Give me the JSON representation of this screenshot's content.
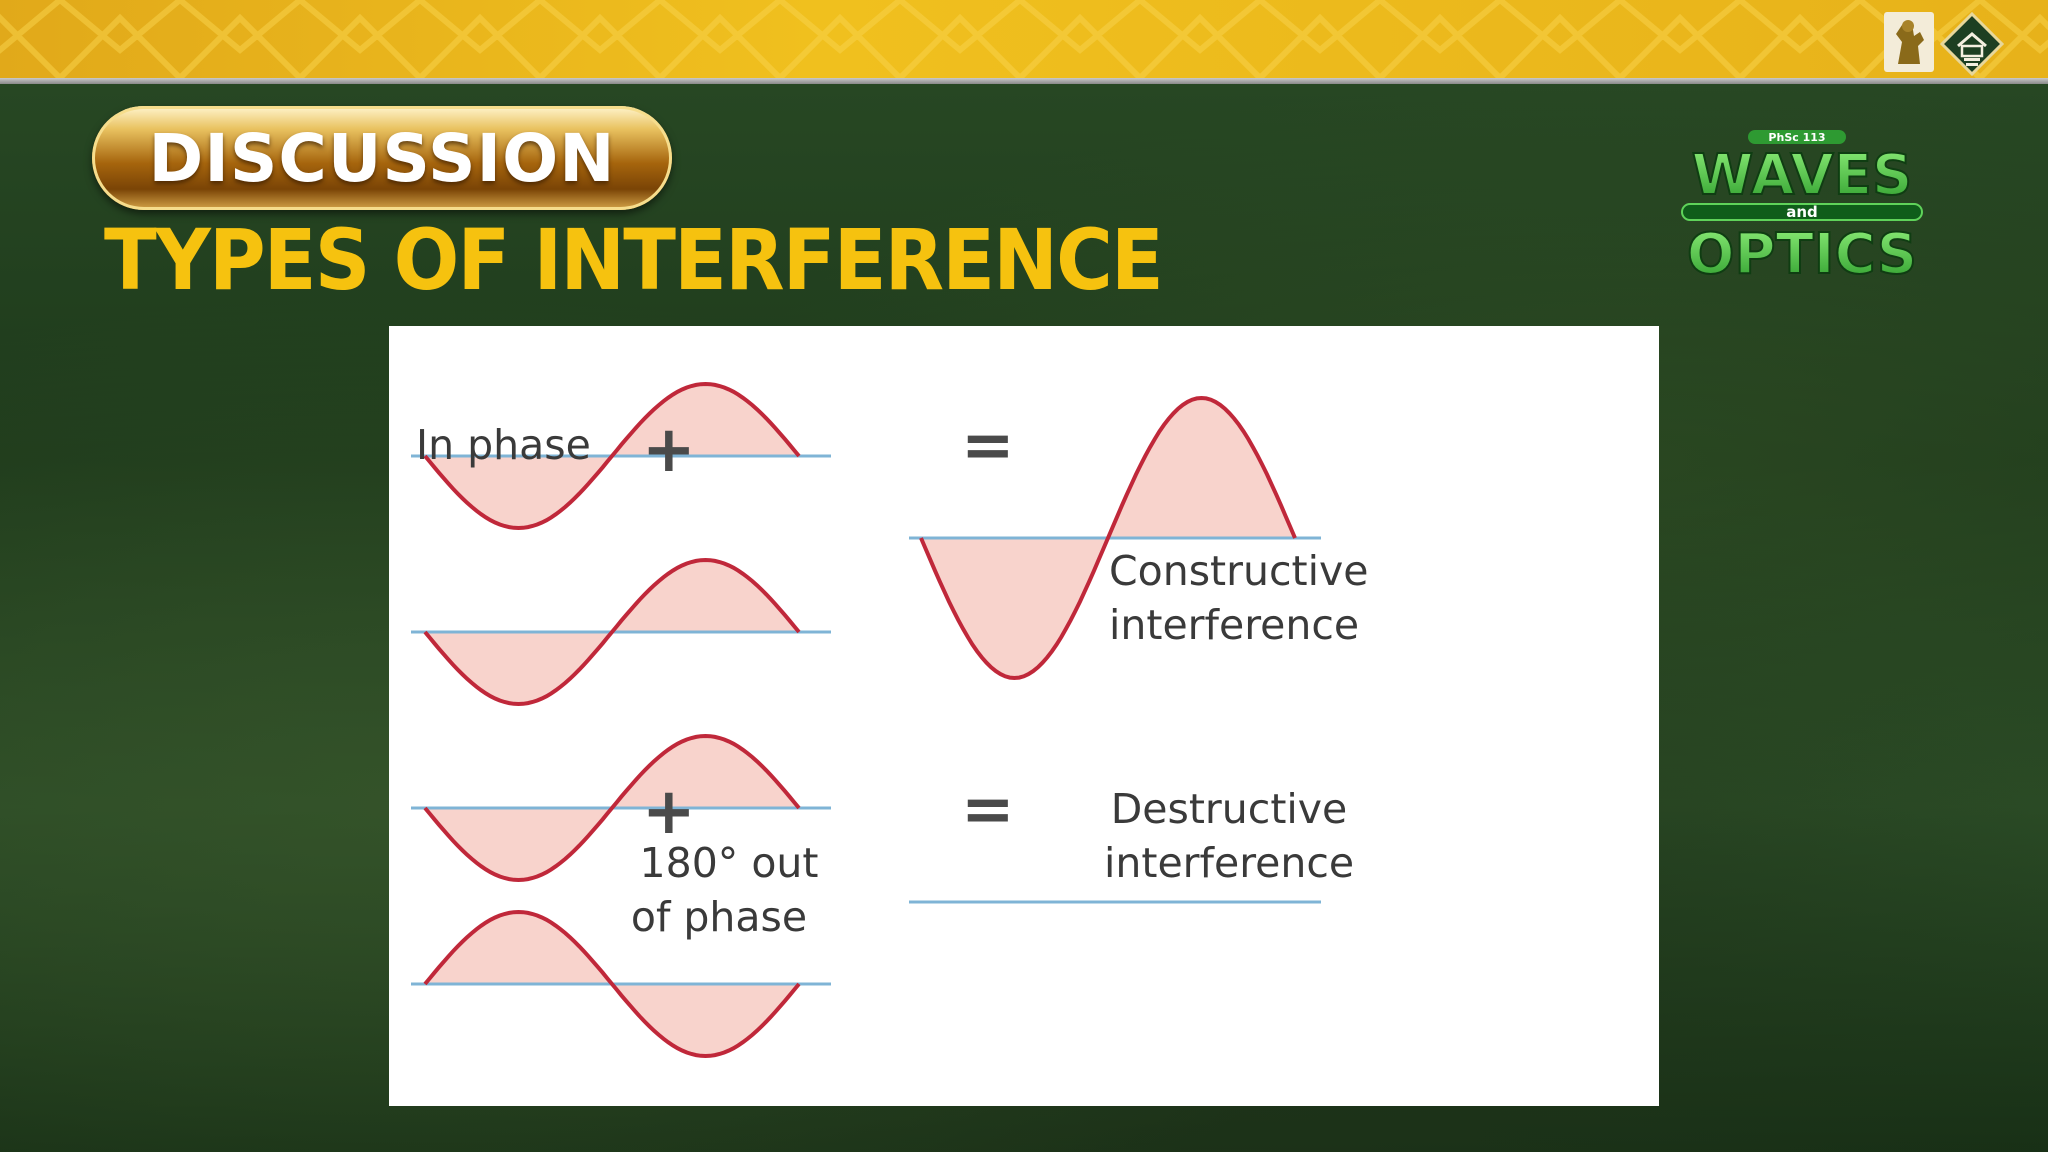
{
  "header": {
    "badge_label": "DISCUSSION",
    "title": "TYPES OF INTERFERENCE"
  },
  "brand": {
    "course_code": "PhSc 113",
    "word_top": "WAVES",
    "word_mid": "and",
    "word_bottom": "OPTICS"
  },
  "diagram": {
    "in_phase_label": "In phase",
    "out_of_phase_line1": "180° out",
    "out_of_phase_line2": "of phase",
    "constructive_line1": "Constructive",
    "constructive_line2": "interference",
    "destructive_line1": "Destructive",
    "destructive_line2": "interference",
    "plus_symbol": "+",
    "equals_symbol": "=",
    "colors": {
      "wave_stroke": "#c0283a",
      "wave_fill": "#f8d3cc",
      "axis": "#7fb4d6"
    }
  },
  "colors": {
    "title": "#f6c20f",
    "top_band": "#f0c01e"
  }
}
